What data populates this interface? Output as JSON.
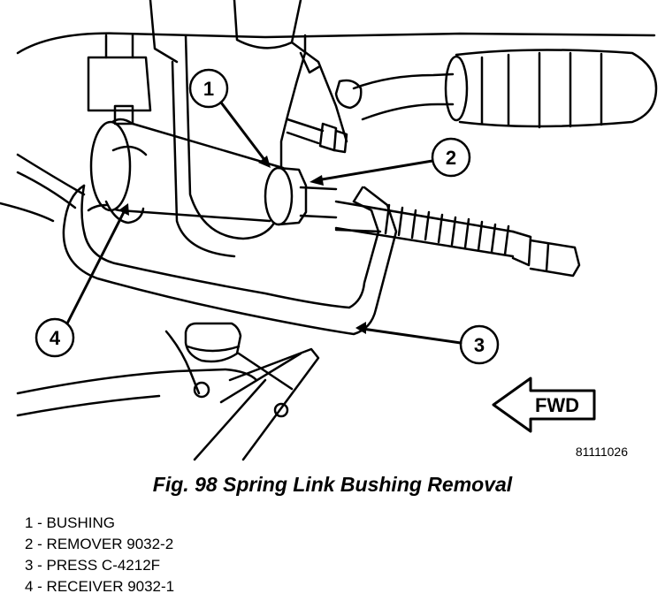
{
  "figure": {
    "caption": "Fig. 98 Spring Link Bushing Removal",
    "image_id": "81111026",
    "direction_label": "FWD"
  },
  "callouts": [
    {
      "number": "1",
      "text": "1 - BUSHING"
    },
    {
      "number": "2",
      "text": "2 - REMOVER 9032-2"
    },
    {
      "number": "3",
      "text": "3 - PRESS C-4212F"
    },
    {
      "number": "4",
      "text": "4 - RECEIVER 9032-1"
    }
  ]
}
